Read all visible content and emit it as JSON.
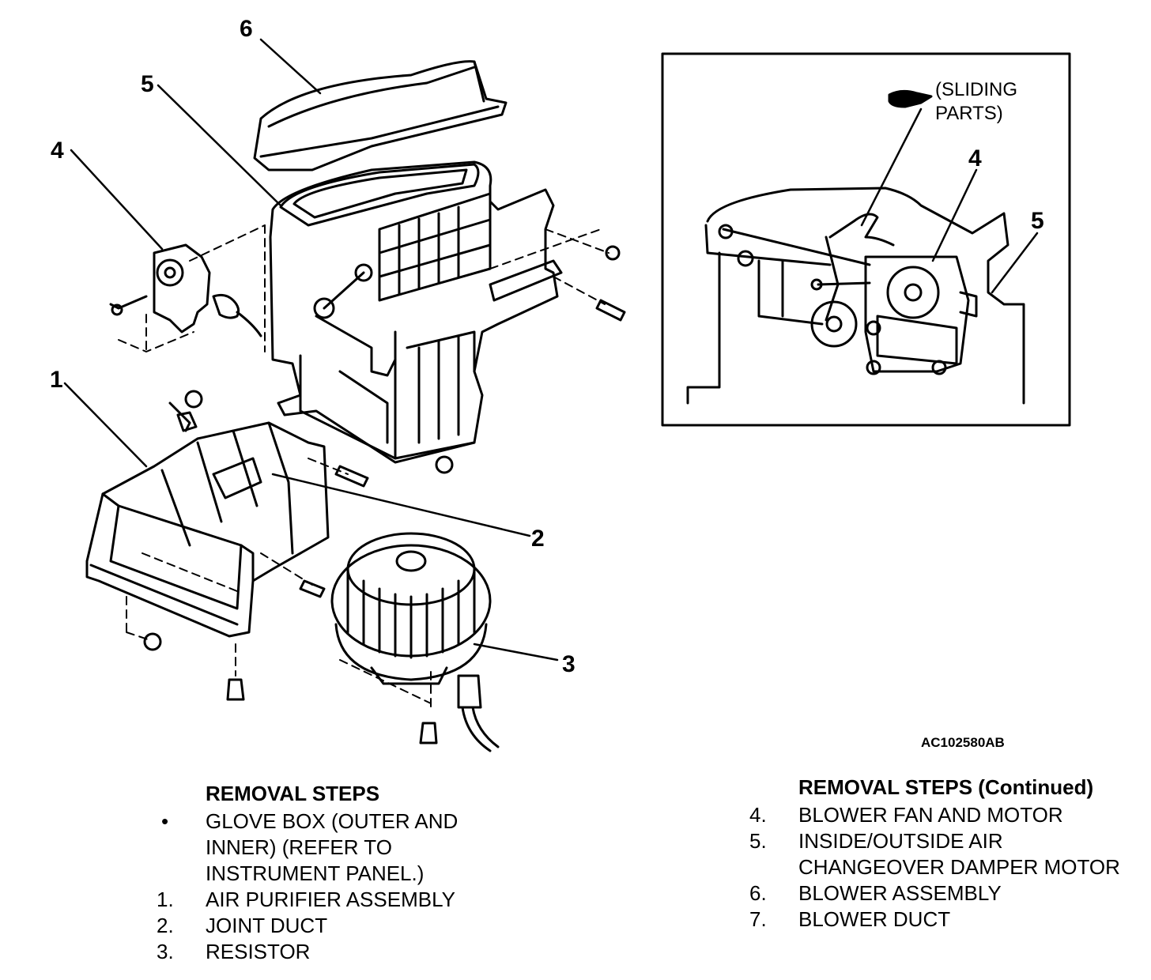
{
  "callouts": {
    "c1": "1",
    "c2": "2",
    "c3": "3",
    "c4": "4",
    "c5": "5",
    "c6": "6",
    "inset4": "4",
    "inset5": "5"
  },
  "inset": {
    "sliding_parts": "(SLIDING\nPARTS)"
  },
  "figure_code": "AC102580AB",
  "left_steps": {
    "heading": "REMOVAL STEPS",
    "items": [
      {
        "marker": "•",
        "text": "GLOVE BOX (OUTER AND\nINNER) (REFER TO\nINSTRUMENT PANEL.)"
      },
      {
        "marker": "1.",
        "text": "AIR PURIFIER ASSEMBLY"
      },
      {
        "marker": "2.",
        "text": "JOINT DUCT"
      },
      {
        "marker": "3.",
        "text": "RESISTOR"
      }
    ]
  },
  "right_steps": {
    "heading": "REMOVAL STEPS (Continued)",
    "items": [
      {
        "marker": "4.",
        "text": "BLOWER FAN AND MOTOR"
      },
      {
        "marker": "5.",
        "text": "INSIDE/OUTSIDE AIR\nCHANGEOVER DAMPER MOTOR"
      },
      {
        "marker": "6.",
        "text": "BLOWER ASSEMBLY"
      },
      {
        "marker": "7.",
        "text": "BLOWER DUCT"
      }
    ]
  }
}
